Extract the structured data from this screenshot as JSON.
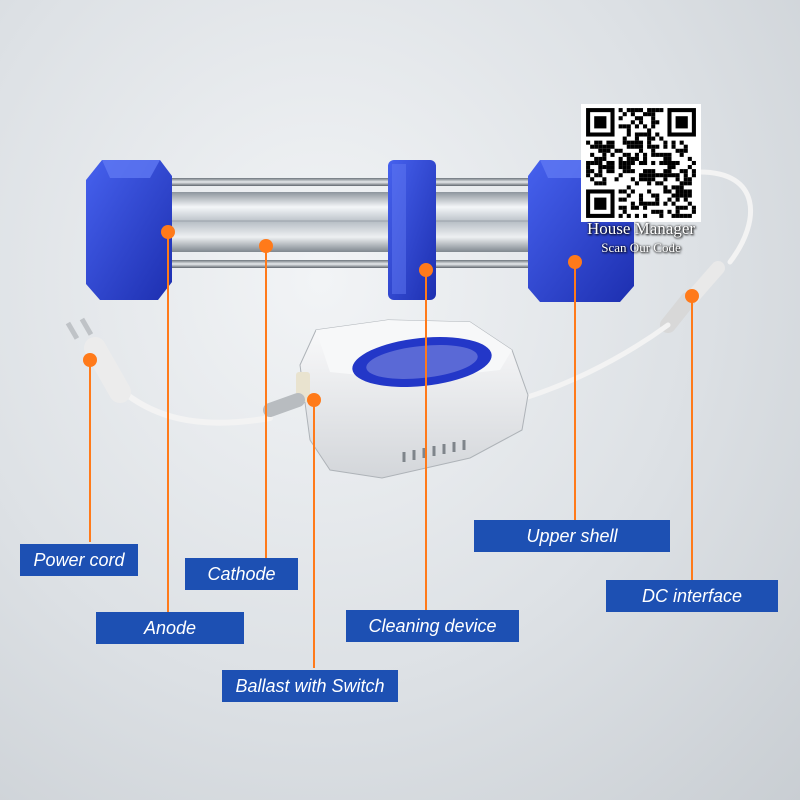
{
  "colors": {
    "accent": "#ff7a1a",
    "label_bg": "#1d50b3",
    "housing_blue": "#2a47d6"
  },
  "brand": {
    "name": "House Manager",
    "tagline": "Scan Our Code"
  },
  "labels": {
    "power_cord": "Power cord",
    "cathode": "Cathode",
    "anode": "Anode",
    "cleaning_device": "Cleaning device",
    "ballast": "Ballast with Switch",
    "upper_shell": "Upper shell",
    "dc_interface": "DC interface"
  }
}
